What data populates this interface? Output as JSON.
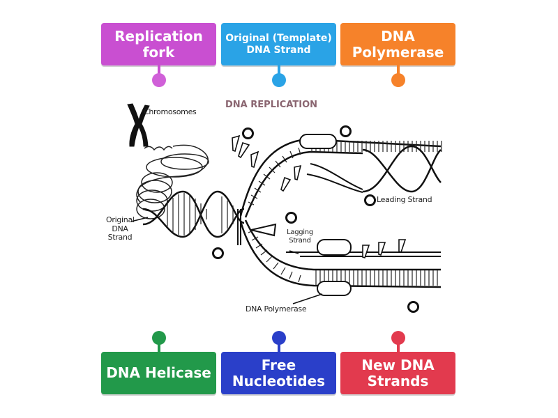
{
  "tiles": {
    "replication_fork": {
      "lines": [
        "Replication",
        "fork"
      ],
      "color": "#c94fd1",
      "dot_color": "#d060d8"
    },
    "original_template": {
      "lines": [
        "Original (Template)",
        "DNA Strand"
      ],
      "color": "#2aa3e6",
      "dot_color": "#2aa3e6"
    },
    "dna_polymerase": {
      "lines": [
        "DNA",
        "Polymerase"
      ],
      "color": "#f6822a",
      "dot_color": "#f6822a"
    },
    "dna_helicase": {
      "lines": [
        "DNA Helicase"
      ],
      "color": "#22994a",
      "dot_color": "#22994a"
    },
    "free_nucleotides": {
      "lines": [
        "Free",
        "Nucleotides"
      ],
      "color": "#2a3fc9",
      "dot_color": "#2a3fc9"
    },
    "new_dna_strands": {
      "lines": [
        "New DNA",
        "Strands"
      ],
      "color": "#e23a4e",
      "dot_color": "#e23a4e"
    }
  },
  "diagram": {
    "title": "DNA REPLICATION",
    "labels": {
      "chromosomes": "Chromosomes",
      "original_dna_strand": [
        "Original",
        "DNA",
        "Strand"
      ],
      "leading_strand": "Leading Strand",
      "lagging_strand": [
        "Lagging",
        "Strand"
      ],
      "dna_polymerase": "DNA Polymerase"
    }
  }
}
